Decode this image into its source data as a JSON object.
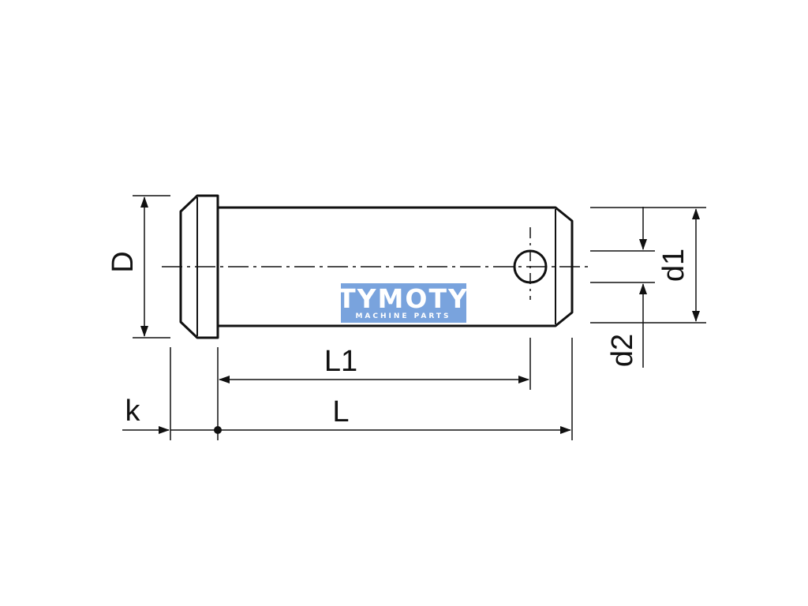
{
  "labels": {
    "D": "D",
    "L1": "L1",
    "L": "L",
    "k": "k",
    "d1": "d1",
    "d2": "d2"
  },
  "watermark": {
    "title": "TYMOTY",
    "subtitle": "MACHINE PARTS",
    "color": "#5b8fd6"
  },
  "colors": {
    "line": "#111111",
    "background": "#ffffff"
  }
}
